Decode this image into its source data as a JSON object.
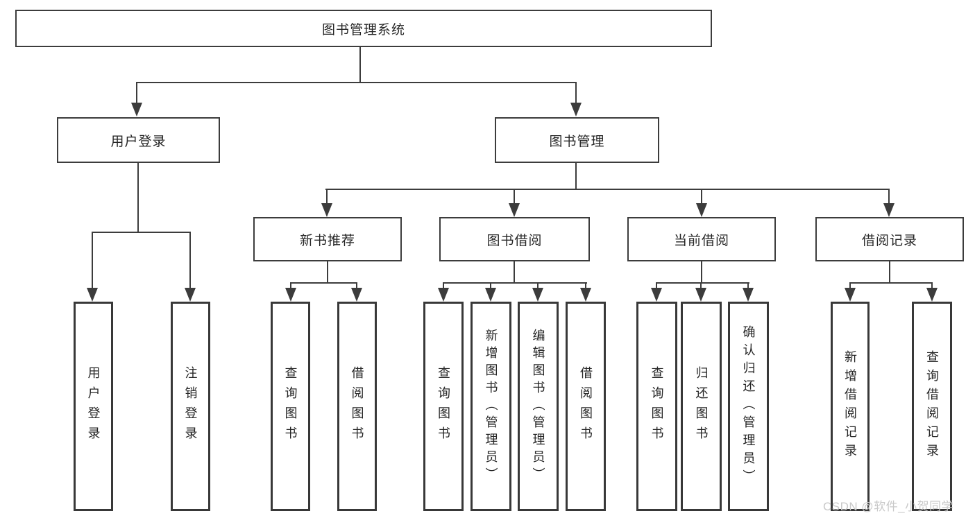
{
  "diagram": {
    "title": "图书管理系统",
    "level2": {
      "user_login": "用户登录",
      "book_mgmt": "图书管理"
    },
    "level3": {
      "new_books": "新书推荐",
      "borrow": "图书借阅",
      "current": "当前借阅",
      "records": "借阅记录"
    },
    "leaves": {
      "user_login": "用户登录",
      "logout": "注销登录",
      "nb_query": "查询图书",
      "nb_borrow": "借阅图书",
      "bb_query": "查询图书",
      "bb_add": "新增图书（管理员）",
      "bb_edit": "编辑图书（管理员）",
      "bb_borrow": "借阅图书",
      "cb_query": "查询图书",
      "cb_return": "归还图书",
      "cb_confirm": "确认归还（管理员）",
      "br_add": "新增借阅记录",
      "br_query": "查询借阅记录"
    },
    "watermark": "CSDN @软件_小贺同学",
    "colors": {
      "line": "#3c3c3c",
      "text": "#262626",
      "watermark": "#c9c9c9",
      "background": "#ffffff"
    }
  }
}
